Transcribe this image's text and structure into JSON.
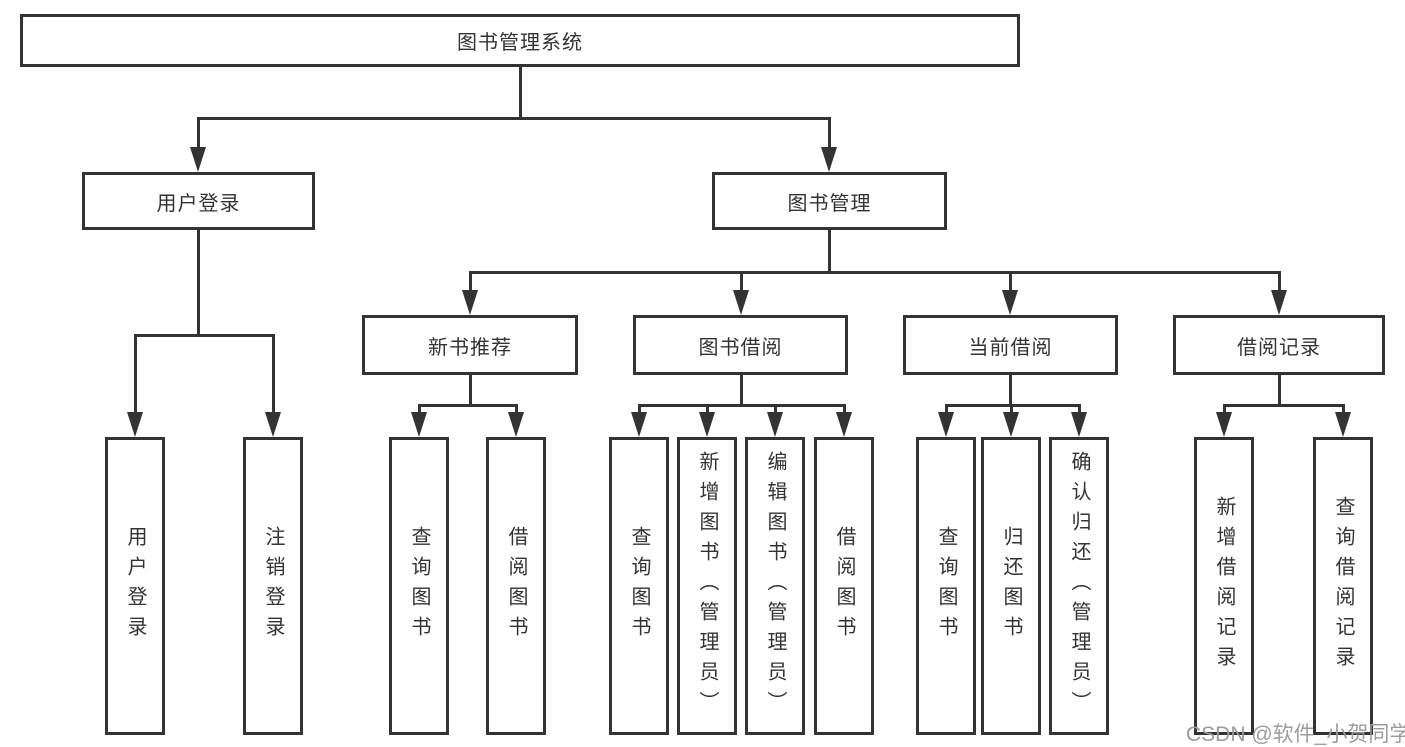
{
  "diagram": {
    "root": {
      "label": "图书管理系统"
    },
    "level2": [
      {
        "label": "用户登录"
      },
      {
        "label": "图书管理"
      }
    ],
    "level3": [
      {
        "label": "新书推荐"
      },
      {
        "label": "图书借阅"
      },
      {
        "label": "当前借阅"
      },
      {
        "label": "借阅记录"
      }
    ],
    "leaves": {
      "user_login": [
        "用户登录",
        "注销登录"
      ],
      "new_book_recommend": [
        "查询图书",
        "借阅图书"
      ],
      "book_borrow": [
        "查询图书",
        "新增图书（管理员）",
        "编辑图书（管理员）",
        "借阅图书"
      ],
      "current_borrow": [
        "查询图书",
        "归还图书",
        "确认归还（管理员）"
      ],
      "borrow_records": [
        "新增借阅记录",
        "查询借阅记录"
      ]
    }
  },
  "watermark": {
    "text": "CSDN @软件_小贺同学"
  },
  "colors": {
    "line": "#333333",
    "box_background": "#ffffff",
    "text": "#333333",
    "watermark": "#9c9c9c"
  }
}
